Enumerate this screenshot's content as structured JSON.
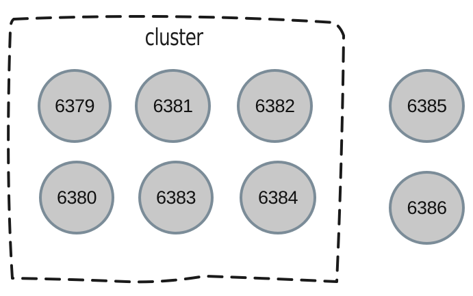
{
  "cluster": {
    "label": "cluster"
  },
  "nodes": {
    "n6379": "6379",
    "n6381": "6381",
    "n6382": "6382",
    "n6385": "6385",
    "n6380": "6380",
    "n6383": "6383",
    "n6384": "6384",
    "n6386": "6386"
  },
  "colors": {
    "node_fill": "#c8c8c8",
    "node_border": "#7b8c98",
    "frame_stroke": "#1a1a1a"
  }
}
